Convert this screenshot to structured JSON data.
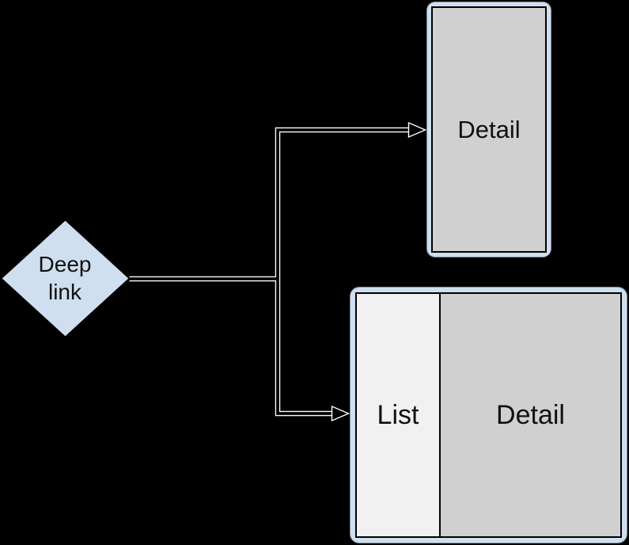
{
  "diagram": {
    "nodes": {
      "deep_link": {
        "label": "Deep\nlink",
        "shape": "diamond"
      },
      "phone": {
        "screen_label": "Detail"
      },
      "tablet": {
        "list_label": "List",
        "detail_label": "Detail"
      }
    },
    "icons": {
      "arrow_to_phone": "arrowhead-right",
      "arrow_to_tablet": "arrowhead-right"
    },
    "colors": {
      "background": "#000000",
      "node_fill": "#cfdfef",
      "screen_fill": "#d0d0d0",
      "list_fill": "#f1f1f1",
      "connector_outline": "#ffffff",
      "connector_core": "#000000",
      "border": "#000000",
      "text": "#111111"
    }
  }
}
